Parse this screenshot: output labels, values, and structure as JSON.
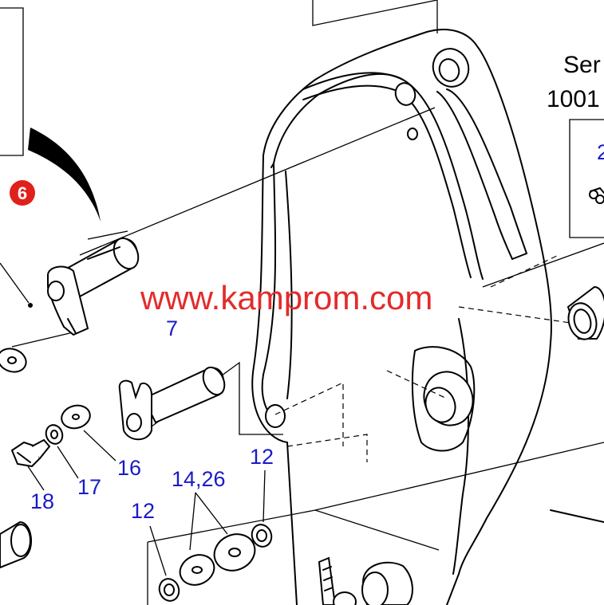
{
  "watermark": "www.kamprom.com",
  "serial_text": {
    "line1": "Ser",
    "line2": "1001"
  },
  "callouts": {
    "c6": "6",
    "c7": "7",
    "c16": "16",
    "c17": "17",
    "c18": "18",
    "c12_upper": "12",
    "c12_lower": "12",
    "c14_26": "14,26"
  },
  "inset_fragment": "2",
  "colors": {
    "callout_blue": "#1a1ac8",
    "callout_red": "#e0201c",
    "watermark_red": "#e32b2b"
  }
}
